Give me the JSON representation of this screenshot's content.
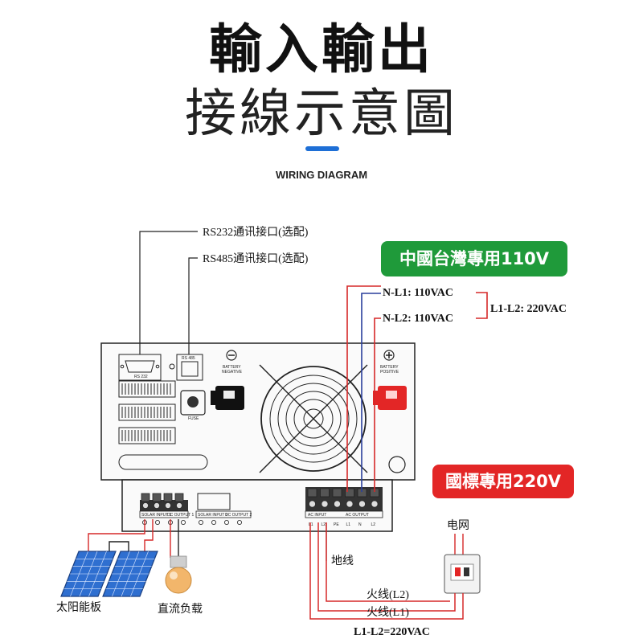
{
  "header": {
    "title": "輸入輸出",
    "subtitle": "接線示意圖",
    "caption": "WIRING DIAGRAM",
    "accent_color": "#1e6fd6"
  },
  "badges": {
    "taiwan_110": "中國台灣專用110V",
    "standard_220": "國標專用220V",
    "green_color": "#1f9a3a",
    "red_color": "#e32626"
  },
  "labels": {
    "rs232": "RS232通讯接口(选配)",
    "rs485": "RS485通讯接口(选配)",
    "n_l1": "N-L1: 110VAC",
    "n_l2": "N-L2: 110VAC",
    "l1_l2": "L1-L2: 220VAC",
    "ground": "地线",
    "grid": "电网",
    "live_l2": "火线(L2)",
    "live_l1": "火线(L1)",
    "l1_l2_bottom": "L1-L2=220VAC",
    "solar_panel": "太阳能板",
    "dc_load": "直流负载"
  },
  "panel_text": {
    "rs232_port": "RS 232",
    "rs485_port": "RS 485",
    "battery_negative": [
      "BATTERY",
      "NEGATIVE"
    ],
    "battery_positive": [
      "BATTERY",
      "POSITIVE"
    ],
    "fuse": "FUSE",
    "solar_input_1": "SOLAR INPUT 1",
    "dc_output_1": "DC OUTPUT 1",
    "solar_input_2": "SOLAR INPUT 2",
    "dc_output_2": "DC OUTPUT 2",
    "ac_input": "AC INPUT",
    "ac_output": "AC OUTPUT",
    "ac_terminals": [
      "L1",
      "L2",
      "PE",
      "L1",
      "N",
      "L2"
    ]
  },
  "icons": [
    "minus-icon",
    "plus-icon",
    "fan-grille-icon",
    "solar-panel-icon",
    "light-bulb-icon",
    "breaker-box-icon"
  ]
}
